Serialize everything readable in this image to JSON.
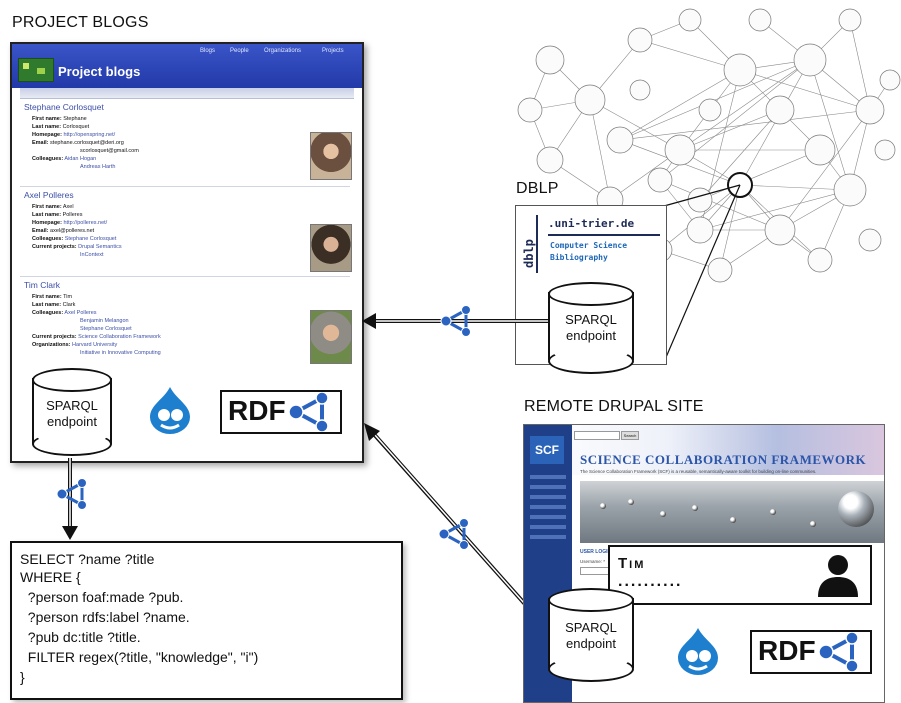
{
  "headings": {
    "project_blogs": "PROJECT BLOGS",
    "dblp": "DBLP",
    "remote_drupal": "REMOTE DRUPAL SITE"
  },
  "blogs_window": {
    "title": "Project blogs",
    "nav": [
      "Blogs",
      "People",
      "Organizations",
      "Projects"
    ],
    "profiles": [
      {
        "name": "Stephane Corlosquet",
        "rows": [
          {
            "key": "First name:",
            "value": "Stephane",
            "link": false
          },
          {
            "key": "Last name:",
            "value": "Corlosquet",
            "link": false
          },
          {
            "key": "Homepage:",
            "value": "http://openspring.net/",
            "link": true
          },
          {
            "key": "Email:",
            "value": "stephane.corlosquet@deri.org",
            "link": false,
            "extra": "scorlosquet@gmail.com"
          },
          {
            "key": "Colleagues:",
            "value": "Aidan Hogan",
            "link": true,
            "extra": "Andreas Harth"
          }
        ]
      },
      {
        "name": "Axel Polleres",
        "rows": [
          {
            "key": "First name:",
            "value": "Axel",
            "link": false
          },
          {
            "key": "Last name:",
            "value": "Polleres",
            "link": false
          },
          {
            "key": "Homepage:",
            "value": "http://polleres.net/",
            "link": true
          },
          {
            "key": "Email:",
            "value": "axel@polleres.net",
            "link": false
          },
          {
            "key": "Colleagues:",
            "value": "Stephane Corlosquet",
            "link": true
          },
          {
            "key": "Current projects:",
            "value": "Drupal Semantics",
            "link": true,
            "extra": "InContext"
          }
        ]
      },
      {
        "name": "Tim Clark",
        "rows": [
          {
            "key": "First name:",
            "value": "Tim",
            "link": false
          },
          {
            "key": "Last name:",
            "value": "Clark",
            "link": false
          },
          {
            "key": "Colleagues:",
            "value": "Axel Polleres",
            "link": true,
            "extra": "Benjamin Melangon",
            "extra2": "Stephane Corlosquet"
          },
          {
            "key": "Current projects:",
            "value": "Science Collaboration Framework",
            "link": true
          },
          {
            "key": "Organizations:",
            "value": "Harvard University",
            "link": true,
            "extra": "Initiative in Innovative Computing"
          }
        ]
      }
    ]
  },
  "endpoints": {
    "line1": "SPARQL",
    "line2": "endpoint"
  },
  "rdf_logo": "RDF",
  "dblp_card": {
    "url": ".uni-trier.de",
    "vertical": "dblp",
    "sub1": "Computer Science",
    "sub2": "Bibliography"
  },
  "query": {
    "lines": [
      "SELECT ?name ?title",
      "WHERE {",
      "  ?person foaf:made ?pub.",
      "  ?person rdfs:label ?name.",
      "  ?pub dc:title ?title.",
      "  FILTER regex(?title, \"knowledge\", \"i\")",
      "}"
    ]
  },
  "scf": {
    "logo": "SCF",
    "title": "SCIENCE COLLABORATION FRAMEWORK",
    "tagline": "The Science Collaboration Framework (SCF) is a reusable, semantically-aware toolkit for building on-line communities.",
    "search_button": "Search",
    "login_heading": "USER LOGIN",
    "username_label": "Username: *"
  },
  "tim_card": {
    "first": "Tim",
    "dots": ".........."
  },
  "icon_names": [
    "rdf-triangle-icon",
    "drupal-drop-icon",
    "user-silhouette-icon",
    "profile-photo"
  ],
  "colors": {
    "banner": "#2d47b8",
    "link": "#3c4fa8",
    "rdf_blue": "#2a64c0",
    "drupal_blue": "#1f7fcf",
    "scf_title": "#2b55a8"
  }
}
